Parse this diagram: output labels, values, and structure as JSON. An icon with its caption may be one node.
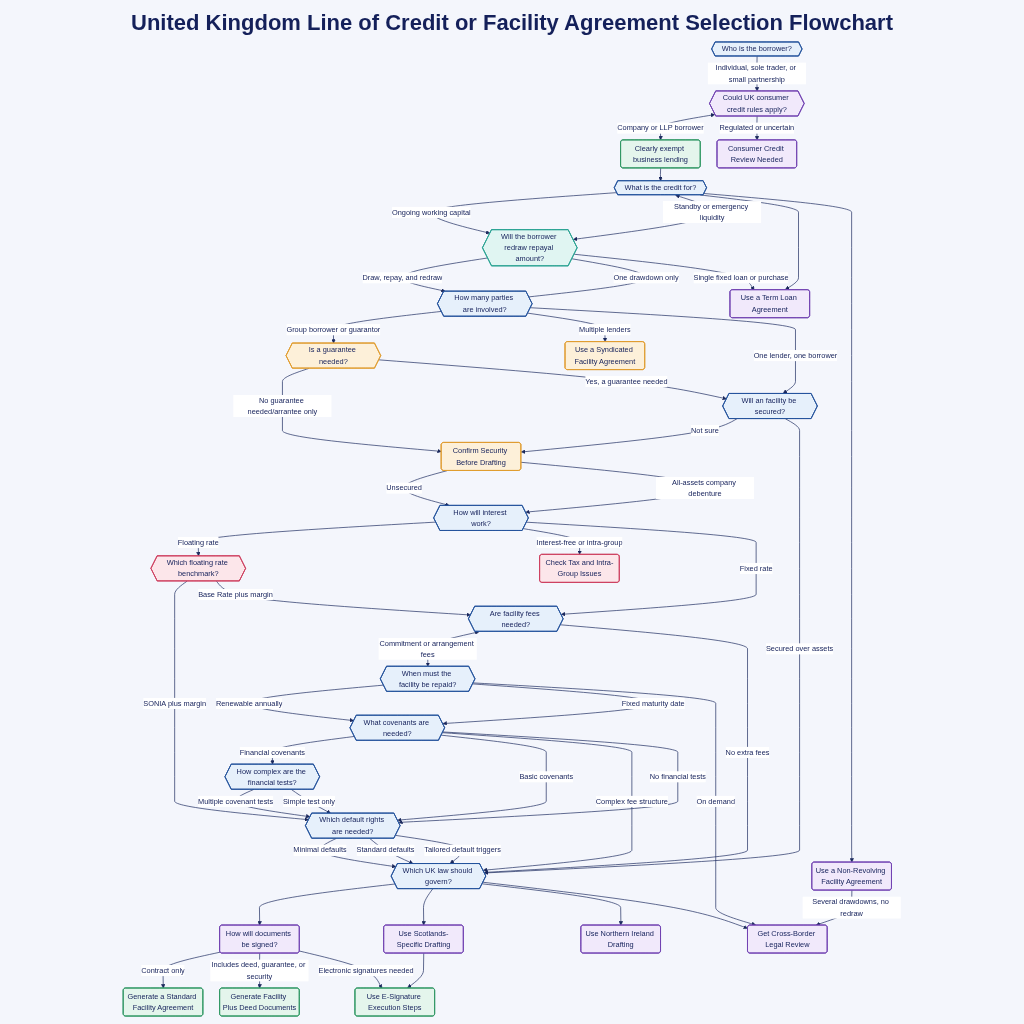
{
  "diagram": {
    "title": "United Kingdom Line of Credit or Facility Agreement Selection Flowchart",
    "nodes": [
      {
        "text": [
          "Who is the borrower?"
        ]
      },
      {
        "text": [
          "Could UK consumer credit rules apply?"
        ]
      },
      {
        "text": [
          "Clearly exempt business lending"
        ]
      },
      {
        "text": [
          "Consumer Credit Review Needed"
        ]
      },
      {
        "text": [
          "What is the credit for?"
        ]
      },
      {
        "text": [
          "Will the borrower redraw repayal amount?"
        ]
      },
      {
        "text": [
          "How many parties are involved?"
        ]
      },
      {
        "text": [
          "Use a Term Loan Agreement"
        ]
      },
      {
        "text": [
          "Use a Non-Revolving Facility Agreement"
        ]
      },
      {
        "text": [
          "Is a guarantee needed?"
        ]
      },
      {
        "text": [
          "Use a Syndicated Facility Agreement"
        ]
      },
      {
        "text": [
          "Will an facility be secured?"
        ]
      },
      {
        "text": [
          "Confirm Security Before Drafting"
        ]
      },
      {
        "text": [
          "How will interest work?"
        ]
      },
      {
        "text": [
          "Which floating rate benchmark?"
        ]
      },
      {
        "text": [
          "Check Tax and Intra-Group Issues"
        ]
      },
      {
        "text": [
          "Are facility fees needed?"
        ]
      },
      {
        "text": [
          "When must the facility be repaid?"
        ]
      },
      {
        "text": [
          "What covenants are needed?"
        ]
      },
      {
        "text": [
          "How complex are the financial tests?"
        ]
      },
      {
        "text": [
          "Which default rights are needed?"
        ]
      },
      {
        "text": [
          "Which UK law should govern?"
        ]
      },
      {
        "text": [
          "How will documents be signed?"
        ]
      },
      {
        "text": [
          "Use Scotlands-Specific Drafting"
        ]
      },
      {
        "text": [
          "Use Northern Ireland Drafting"
        ]
      },
      {
        "text": [
          "Get Cross-Border Legal Review"
        ]
      },
      {
        "text": [
          "Generate a Standard Facility Agreement"
        ]
      },
      {
        "text": [
          "Generate Facility Plus Deed Documents"
        ]
      },
      {
        "text": [
          "Use E-Signature Execution Steps"
        ]
      }
    ],
    "edges": [
      {
        "from": 0,
        "to": 1,
        "arrow": "to",
        "label": "Individual, sole trader, or small partnership"
      },
      {
        "from": 1,
        "to": 2,
        "arrow": "both",
        "label": "Company or LLP borrower"
      },
      {
        "from": 1,
        "to": 3,
        "arrow": "to",
        "label": "Regulated or uncertain"
      },
      {
        "from": 2,
        "to": 4,
        "arrow": "to"
      },
      {
        "from": 4,
        "to": 5,
        "arrow": "to",
        "label": "Ongoing working capital"
      },
      {
        "from": 4,
        "to": 5,
        "arrow": "both",
        "label": "Standby or emergency liquidity"
      },
      {
        "from": 4,
        "to": 7,
        "arrow": "to"
      },
      {
        "from": 4,
        "to": 8,
        "arrow": "to"
      },
      {
        "from": 5,
        "to": 6,
        "arrow": "to",
        "label": "Draw, repay, and redraw"
      },
      {
        "from": 5,
        "to": 6,
        "arrow": "none",
        "label": "One drawdown only"
      },
      {
        "from": 5,
        "to": 7,
        "arrow": "to",
        "label": "Single fixed loan or purchase"
      },
      {
        "from": 6,
        "to": 9,
        "arrow": "to",
        "label": "Group borrower or guarantor"
      },
      {
        "from": 6,
        "to": 10,
        "arrow": "to",
        "label": "Multiple lenders"
      },
      {
        "from": 6,
        "to": 11,
        "arrow": "to",
        "label": "One lender, one borrower"
      },
      {
        "from": 8,
        "to": 25,
        "arrow": "to",
        "label": "Several drawdowns, no redraw"
      },
      {
        "from": 9,
        "to": 12,
        "arrow": "to",
        "label": "No guarantee needed/arrantee only"
      },
      {
        "from": 9,
        "to": 11,
        "arrow": "to",
        "label": "Yes, a guarantee needed"
      },
      {
        "from": 11,
        "to": 12,
        "arrow": "to",
        "label": "Not sure"
      },
      {
        "from": 11,
        "to": 21,
        "arrow": "to",
        "label": "Secured over assets"
      },
      {
        "from": 12,
        "to": 13,
        "arrow": "to",
        "label": "Unsecured"
      },
      {
        "from": 12,
        "to": 13,
        "arrow": "to",
        "label": "All-assets company debenture"
      },
      {
        "from": 13,
        "to": 14,
        "arrow": "to",
        "label": "Floating rate"
      },
      {
        "from": 13,
        "to": 15,
        "arrow": "to",
        "label": "Interest-free or intra-group"
      },
      {
        "from": 13,
        "to": 16,
        "arrow": "to",
        "label": "Fixed rate"
      },
      {
        "from": 14,
        "to": 20,
        "arrow": "to",
        "label": "SONIA plus margin"
      },
      {
        "from": 14,
        "to": 16,
        "arrow": "to",
        "label": "Base Rate plus margin"
      },
      {
        "from": 16,
        "to": 17,
        "arrow": "both",
        "label": "Commitment or arrangement fees"
      },
      {
        "from": 16,
        "to": 21,
        "arrow": "to",
        "label": "No extra fees"
      },
      {
        "from": 17,
        "to": 18,
        "arrow": "to",
        "label": "Renewable annually"
      },
      {
        "from": 17,
        "to": 18,
        "arrow": "to",
        "label": "Fixed maturity date"
      },
      {
        "from": 17,
        "to": 25,
        "arrow": "to",
        "label": "On demand"
      },
      {
        "from": 18,
        "to": 19,
        "arrow": "to",
        "label": "Financial covenants"
      },
      {
        "from": 18,
        "to": 20,
        "arrow": "to",
        "label": "Basic covenants"
      },
      {
        "from": 18,
        "to": 21,
        "arrow": "to",
        "label": "Complex fee structure"
      },
      {
        "from": 18,
        "to": 20,
        "arrow": "to",
        "label": "No financial tests"
      },
      {
        "from": 19,
        "to": 20,
        "arrow": "to",
        "label": "Multiple covenant tests"
      },
      {
        "from": 19,
        "to": 20,
        "arrow": "to",
        "label": "Simple test only"
      },
      {
        "from": 20,
        "to": 21,
        "arrow": "to",
        "label": "Minimal defaults"
      },
      {
        "from": 20,
        "to": 21,
        "arrow": "to",
        "label": "Standard defaults"
      },
      {
        "from": 20,
        "to": 21,
        "arrow": "to",
        "label": "Tailored default triggers"
      },
      {
        "from": 21,
        "to": 22,
        "arrow": "to"
      },
      {
        "from": 21,
        "to": 23,
        "arrow": "to"
      },
      {
        "from": 21,
        "to": 24,
        "arrow": "to"
      },
      {
        "from": 21,
        "to": 25,
        "arrow": "to"
      },
      {
        "from": 22,
        "to": 26,
        "arrow": "to",
        "label": "Contract only"
      },
      {
        "from": 22,
        "to": 27,
        "arrow": "to",
        "label": "Includes deed, guarantee, or security"
      },
      {
        "from": 22,
        "to": 28,
        "arrow": "to",
        "label": "Electronic signatures needed"
      },
      {
        "from": 23,
        "to": 28,
        "arrow": "to"
      }
    ]
  }
}
